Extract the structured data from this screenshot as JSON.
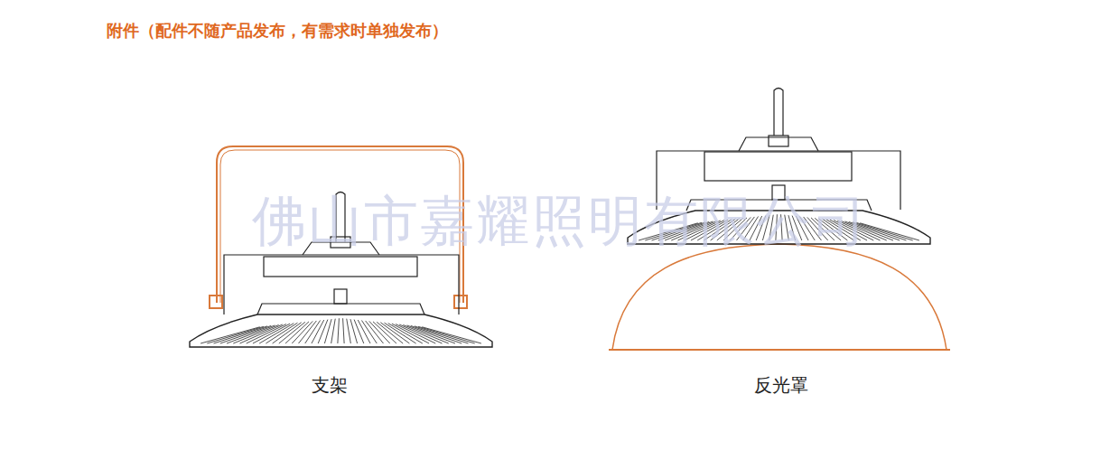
{
  "diagram": {
    "title": "附件（配件不随产品发布，有需求时单独发布）",
    "labels": [
      "佛山市嘉耀照明有限公司",
      "支架",
      "反光罩"
    ]
  }
}
